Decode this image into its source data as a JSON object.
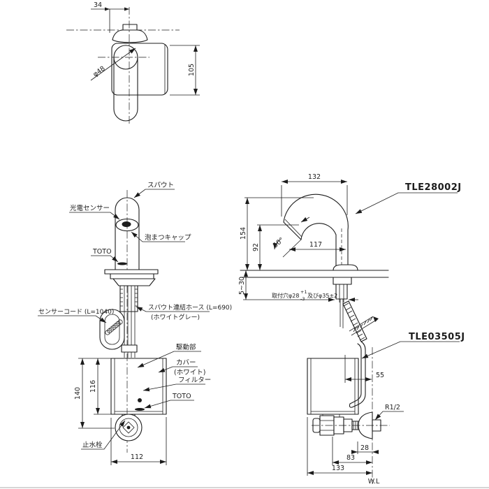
{
  "codes": {
    "spout": "TLE28002J",
    "valve_unit": "TLE03505J"
  },
  "top_view": {
    "dim_offset": "34",
    "dim_diameter": "φ48",
    "dim_depth": "105"
  },
  "front_view": {
    "label_spout": "スパウト",
    "label_sensor": "光電センサー",
    "label_aerator": "泡まつキャップ",
    "brand": "TOTO",
    "label_sensor_cord": "センサーコード (L=1040)",
    "label_hose": "スパウト連結ホース (L=690)",
    "label_hose_color": "(ホワイトグレー)",
    "label_drive": "駆動部",
    "label_cover": "カバー",
    "label_cover_color": "(ホワイト)",
    "label_filter": "フィルター",
    "brand_box": "TOTO",
    "label_stop_valve": "止水栓",
    "dim_height": "140",
    "dim_box_height": "116",
    "dim_width": "112"
  },
  "side_view": {
    "dim_reach": "132",
    "dim_height": "154",
    "dim_outlet_height": "92",
    "dim_angle": "50°",
    "dim_reach_inner": "117",
    "dim_deck": "5~30",
    "hole_note": {
      "prefix": "取付穴φ28",
      "plus": "+1",
      "minus": "-3",
      "suffix": "及びφ35±2"
    },
    "dim_hose_to_wall": "55",
    "thread_size": "R1/2",
    "dim_valve_offset": "28",
    "dim_valve_depth": "83",
    "dim_total_depth": "133",
    "wall_line": "W.L"
  },
  "colors": {
    "ink": "#1c1c1c",
    "paper": "#ffffff"
  }
}
